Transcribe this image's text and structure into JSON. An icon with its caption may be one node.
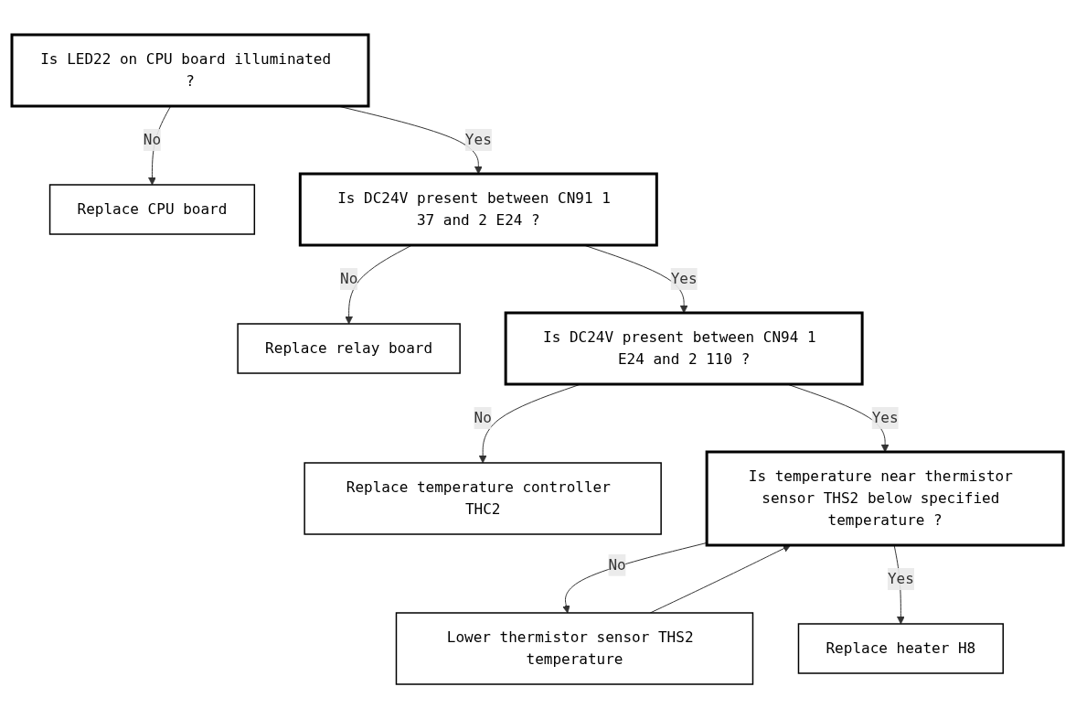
{
  "diagram": {
    "nodes": [
      {
        "text": [
          "Is LED22 on CPU board illuminated ?"
        ]
      },
      {
        "text": [
          "Replace CPU board"
        ]
      },
      {
        "text": [
          "Is DC24V present between CN91 1 37 and 2 E24 ?"
        ]
      },
      {
        "text": [
          "Replace relay board"
        ]
      },
      {
        "text": [
          "Is DC24V present between CN94 1 E24 and 2 110 ?"
        ]
      },
      {
        "text": [
          "Replace temperature controller THC2"
        ]
      },
      {
        "text": [
          "Is temperature near thermistor sensor THS2 below specified temperature ?"
        ]
      },
      {
        "text": [
          "Lower thermistor sensor THS2 temperature"
        ]
      },
      {
        "text": [
          "Replace heater H8"
        ]
      }
    ],
    "edges": [
      {
        "from": 0,
        "to": 1,
        "arrow": "to",
        "label": "No"
      },
      {
        "from": 0,
        "to": 2,
        "arrow": "to",
        "label": "Yes"
      },
      {
        "from": 2,
        "to": 3,
        "arrow": "to",
        "label": "No"
      },
      {
        "from": 2,
        "to": 4,
        "arrow": "to",
        "label": "Yes"
      },
      {
        "from": 4,
        "to": 5,
        "arrow": "to",
        "label": "No"
      },
      {
        "from": 4,
        "to": 6,
        "arrow": "to",
        "label": "Yes"
      },
      {
        "from": 6,
        "to": 7,
        "arrow": "to",
        "label": "No"
      },
      {
        "from": 7,
        "to": 6,
        "arrow": "to"
      },
      {
        "from": 6,
        "to": 8,
        "arrow": "to",
        "label": "Yes"
      }
    ]
  }
}
